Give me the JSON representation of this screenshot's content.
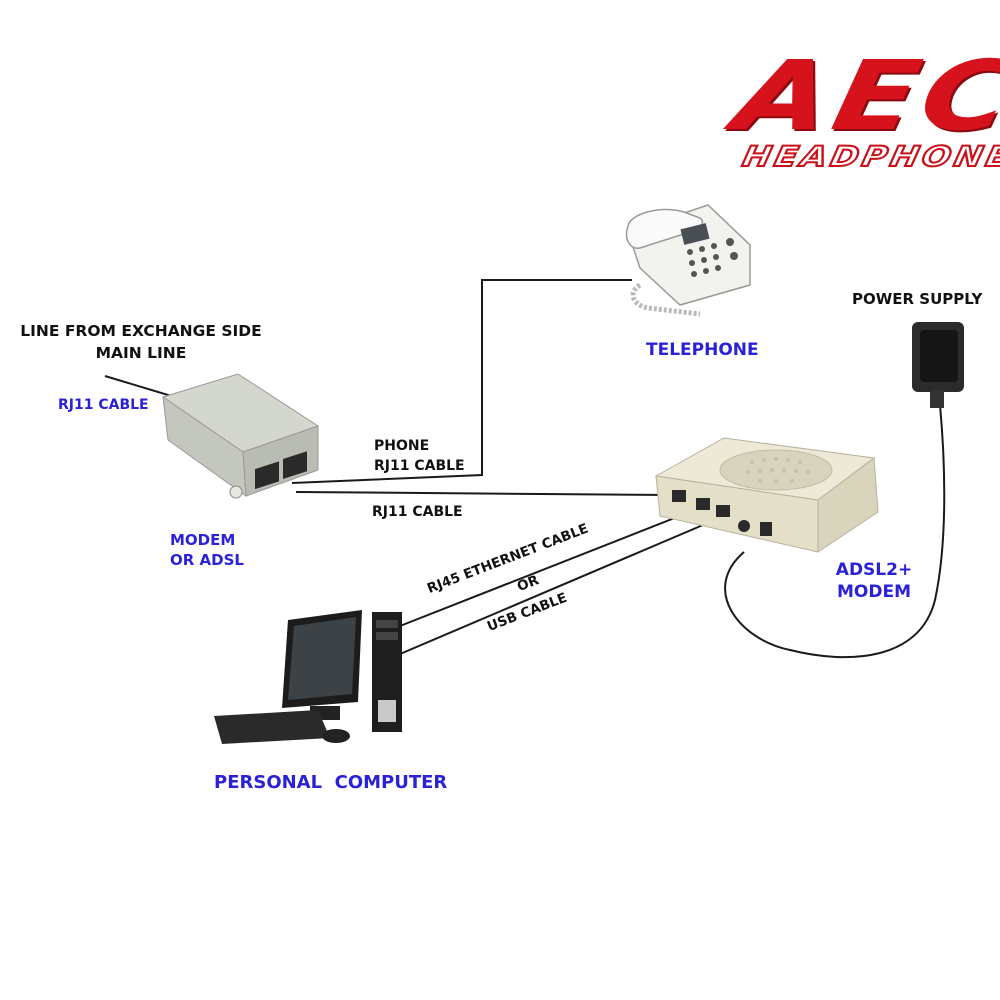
{
  "logo": {
    "main": "AEC",
    "sub": "HEADPHONE"
  },
  "labels": {
    "exchange_line_1": "LINE FROM EXCHANGE SIDE",
    "exchange_line_2": "MAIN LINE",
    "rj11_cable_left": "RJ11 CABLE",
    "splitter_1": "MODEM",
    "splitter_2": "OR ADSL",
    "phone_cable_1": "PHONE",
    "phone_cable_2": "RJ11 CABLE",
    "rj11_cable_middle": "RJ11 CABLE",
    "telephone": "TELEPHONE",
    "power_supply": "POWER SUPPLY",
    "modem_1": "ADSL2+",
    "modem_2": "MODEM",
    "ethernet_1": "RJ45 ETHERNET CABLE",
    "ethernet_2": "OR",
    "ethernet_3": "USB CABLE",
    "computer": "PERSONAL  COMPUTER"
  },
  "colors": {
    "blue_label": "#2b22d6",
    "black_label": "#111111",
    "logo_red": "#d6121d"
  },
  "icons": [
    "splitter-device",
    "telephone-device",
    "power-adapter",
    "adsl-modem",
    "desktop-computer"
  ]
}
